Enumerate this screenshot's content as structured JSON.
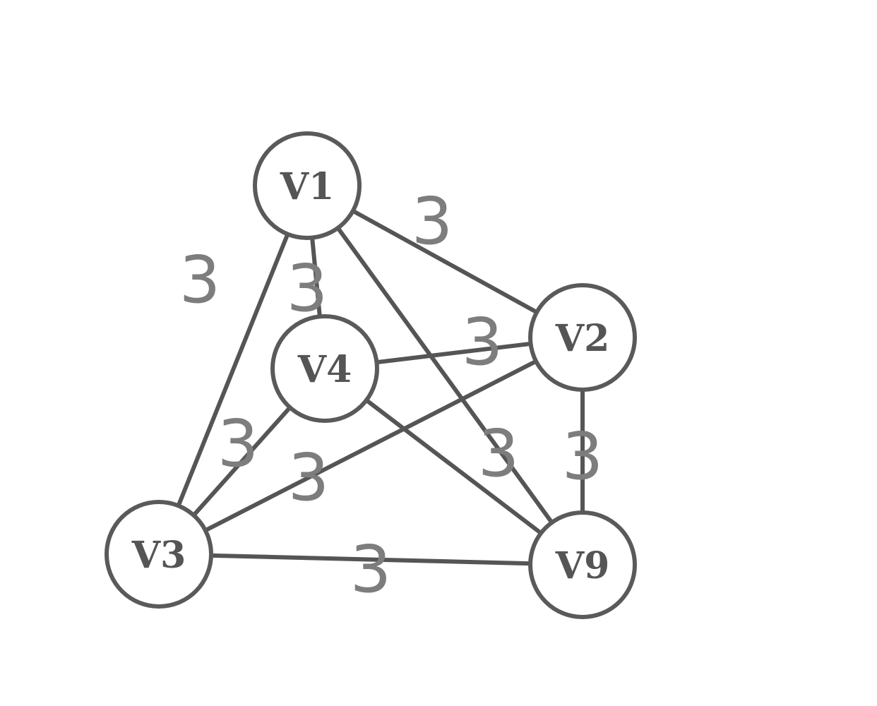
{
  "graph": {
    "nodes": [
      {
        "id": "v1",
        "label": "V1"
      },
      {
        "id": "v2",
        "label": "V2"
      },
      {
        "id": "v3",
        "label": "V3"
      },
      {
        "id": "v4",
        "label": "V4"
      },
      {
        "id": "v9",
        "label": "V9"
      }
    ],
    "edges": [
      {
        "from": "V1",
        "to": "V2",
        "weight": "3"
      },
      {
        "from": "V1",
        "to": "V3",
        "weight": "3"
      },
      {
        "from": "V1",
        "to": "V4",
        "weight": "3"
      },
      {
        "from": "V1",
        "to": "V9",
        "weight": "3"
      },
      {
        "from": "V4",
        "to": "V2",
        "weight": "3"
      },
      {
        "from": "V4",
        "to": "V3",
        "weight": "3"
      },
      {
        "from": "V3",
        "to": "V2",
        "weight": "3"
      },
      {
        "from": "V4",
        "to": "V9",
        "weight": ""
      },
      {
        "from": "V2",
        "to": "V9",
        "weight": "3"
      },
      {
        "from": "V3",
        "to": "V9",
        "weight": "3"
      }
    ]
  }
}
